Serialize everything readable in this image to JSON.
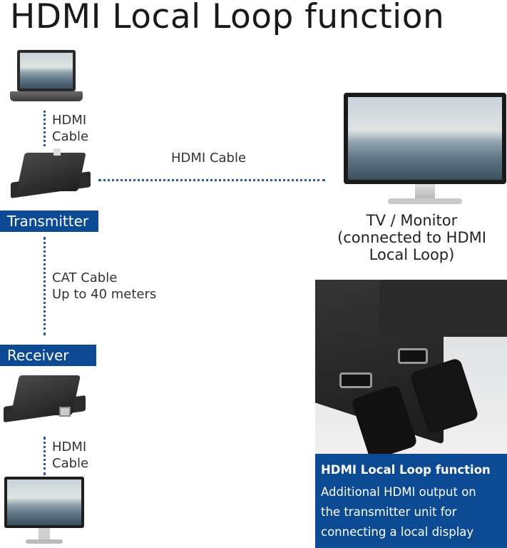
{
  "title": "HDMI Local Loop function",
  "labels": {
    "hdmi_cable_top": [
      "HDMI",
      "Cable"
    ],
    "hdmi_cable_horizontal": "HDMI Cable",
    "transmitter": "Transmitter",
    "cat_cable": [
      "CAT Cable",
      "Up to 40 meters"
    ],
    "receiver": "Receiver",
    "hdmi_cable_bottom": [
      "HDMI",
      "Cable"
    ],
    "tv_monitor": [
      "TV / Monitor",
      "(connected to HDMI",
      "Local Loop)"
    ]
  },
  "info_box": {
    "heading": "HDMI Local Loop function",
    "lines": [
      "Additional HDMI output on",
      "the transmitter unit for",
      "connecting a local display"
    ]
  },
  "colors": {
    "accent": "#0d4a94",
    "dotted_line": "#2b5aa0"
  }
}
